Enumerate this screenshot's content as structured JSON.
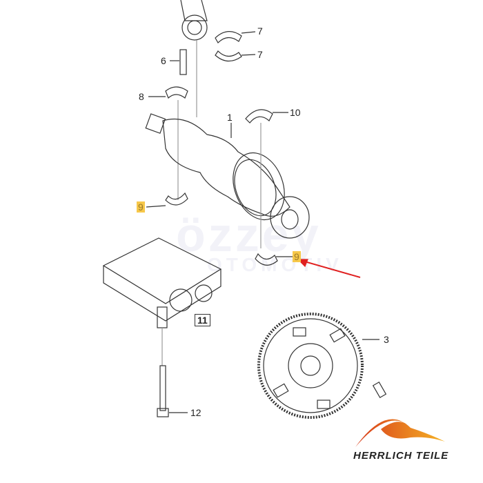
{
  "labels": {
    "p7a": "7",
    "p7b": "7",
    "p6": "6",
    "p8": "8",
    "p1": "1",
    "p10": "10",
    "p9a": "9",
    "p9b": "9",
    "p11": "11",
    "p3": "3",
    "p12": "12"
  },
  "highlight_color": "#f7c84a",
  "arrow_color": "#e02020",
  "watermark": {
    "line1": "özzey",
    "line2": "OTOMOTIV"
  },
  "brand": {
    "name": "HERRLICH TEILE",
    "colors": [
      "#d83a1a",
      "#f5b325"
    ]
  }
}
